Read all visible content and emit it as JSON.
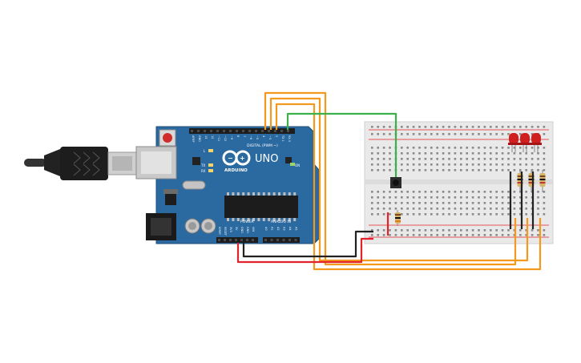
{
  "board": {
    "brand_name": "UNO",
    "logo_text": "ARDUINO",
    "digital_label": "DIGITAL (PWM ~)",
    "power_label": "POWER",
    "analog_label": "ANALOG IN",
    "on_label": "ON",
    "l_label": "L",
    "tx_label": "TX",
    "rx_label": "RX",
    "digital_pins": [
      "AREF",
      "GND",
      "13",
      "12",
      "~11",
      "~10",
      "~9",
      "8",
      "7",
      "~6",
      "~5",
      "4",
      "~3",
      "2",
      "TX 1",
      "RX 0"
    ],
    "power_pins": [
      "IOREF",
      "RESET",
      "3V3",
      "5V",
      "GND",
      "GND",
      "VIN"
    ],
    "analog_pins": [
      "A0",
      "A1",
      "A2",
      "A3",
      "A4",
      "A5"
    ]
  },
  "colors": {
    "board_blue": "#2b6aa0",
    "wire_orange": "#f39a1e",
    "wire_green": "#3cb04a",
    "wire_red": "#e3232b",
    "wire_black": "#222222",
    "led_red": "#d01f1f",
    "breadboard": "#e9e9e9"
  }
}
